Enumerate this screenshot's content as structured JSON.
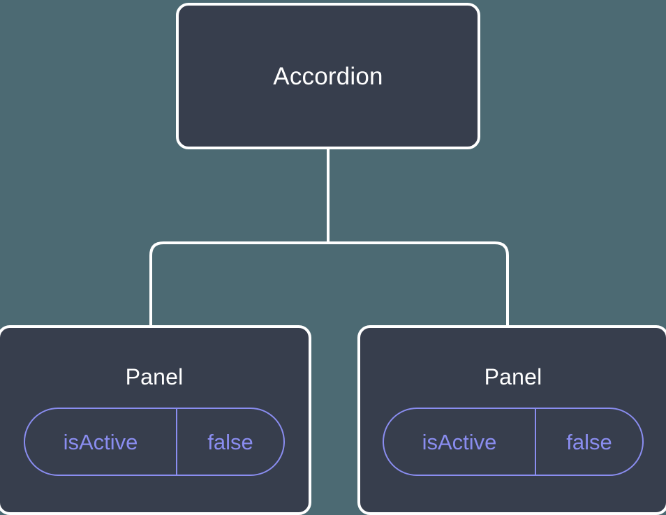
{
  "diagram": {
    "type": "component-tree",
    "background_color": "#4c6a73",
    "node_fill_color": "#373e4d",
    "node_border_color": "#ffffff",
    "node_text_color": "#ffffff",
    "chip_accent_color": "#8a8df0",
    "connector_color": "#ffffff",
    "root": {
      "label": "Accordion"
    },
    "children": [
      {
        "label": "Panel",
        "state": {
          "key": "isActive",
          "value": "false"
        }
      },
      {
        "label": "Panel",
        "state": {
          "key": "isActive",
          "value": "false"
        }
      }
    ]
  }
}
